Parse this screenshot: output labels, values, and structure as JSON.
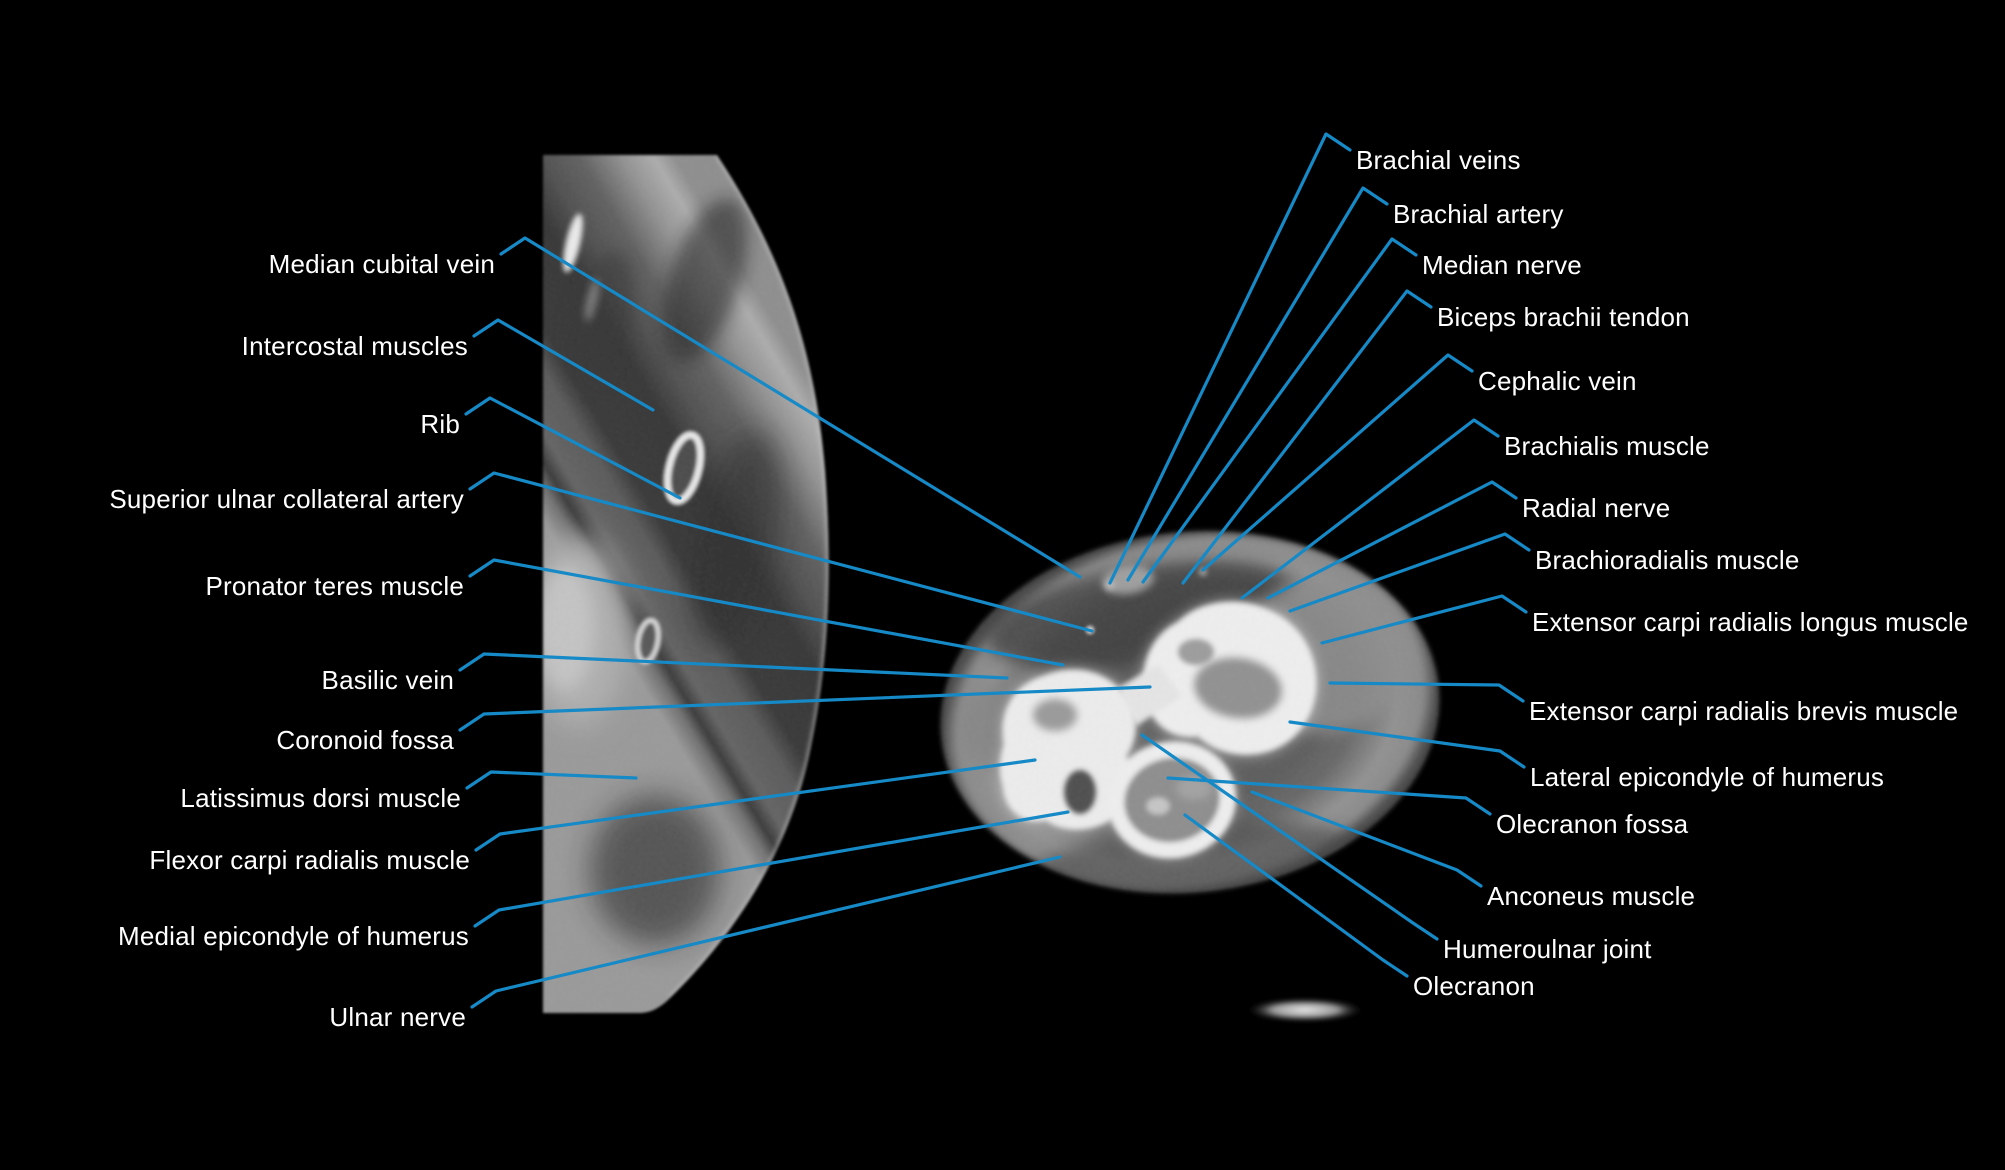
{
  "figure": {
    "background_color": "#000000",
    "leader_line_color": "#1689c7",
    "label_text_color": "#ffffff"
  },
  "labels": {
    "left": [
      {
        "id": "median-cubital-vein",
        "text": "Median cubital vein"
      },
      {
        "id": "intercostal-muscles",
        "text": "Intercostal muscles"
      },
      {
        "id": "rib",
        "text": "Rib"
      },
      {
        "id": "superior-ulnar-collateral-artery",
        "text": "Superior ulnar collateral artery"
      },
      {
        "id": "pronator-teres-muscle",
        "text": "Pronator teres muscle"
      },
      {
        "id": "basilic-vein",
        "text": "Basilic vein"
      },
      {
        "id": "coronoid-fossa",
        "text": "Coronoid fossa"
      },
      {
        "id": "latissimus-dorsi-muscle",
        "text": "Latissimus dorsi muscle"
      },
      {
        "id": "flexor-carpi-radialis-muscle",
        "text": "Flexor carpi radialis muscle"
      },
      {
        "id": "medial-epicondyle-of-humerus",
        "text": "Medial epicondyle of humerus"
      },
      {
        "id": "ulnar-nerve",
        "text": "Ulnar nerve"
      }
    ],
    "right": [
      {
        "id": "brachial-veins",
        "text": "Brachial veins"
      },
      {
        "id": "brachial-artery",
        "text": "Brachial artery"
      },
      {
        "id": "median-nerve",
        "text": "Median nerve"
      },
      {
        "id": "biceps-brachii-tendon",
        "text": "Biceps brachii tendon"
      },
      {
        "id": "cephalic-vein",
        "text": "Cephalic vein"
      },
      {
        "id": "brachialis-muscle",
        "text": "Brachialis muscle"
      },
      {
        "id": "radial-nerve",
        "text": "Radial nerve"
      },
      {
        "id": "brachioradialis-muscle",
        "text": "Brachioradialis muscle"
      },
      {
        "id": "extensor-carpi-radialis-longus-muscle",
        "text": "Extensor carpi radialis longus muscle"
      },
      {
        "id": "extensor-carpi-radialis-brevis-muscle",
        "text": "Extensor carpi radialis brevis muscle"
      },
      {
        "id": "lateral-epicondyle-of-humerus",
        "text": "Lateral epicondyle of humerus"
      },
      {
        "id": "olecranon-fossa",
        "text": "Olecranon fossa"
      },
      {
        "id": "anconeus-muscle",
        "text": "Anconeus muscle"
      },
      {
        "id": "humeroulnar-joint",
        "text": "Humeroulnar joint"
      },
      {
        "id": "olecranon",
        "text": "Olecranon"
      }
    ]
  }
}
